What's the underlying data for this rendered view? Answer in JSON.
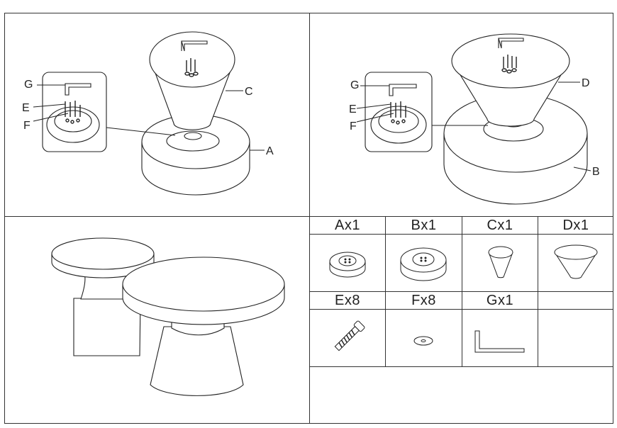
{
  "diagram1": {
    "callouts": {
      "g": "G",
      "e": "E",
      "f": "F",
      "c": "C",
      "a": "A"
    }
  },
  "diagram2": {
    "callouts": {
      "g": "G",
      "e": "E",
      "f": "F",
      "d": "D",
      "b": "B"
    }
  },
  "parts": [
    {
      "label": "Ax1",
      "icon": "small-base-icon"
    },
    {
      "label": "Bx1",
      "icon": "large-base-icon"
    },
    {
      "label": "Cx1",
      "icon": "small-cone-icon"
    },
    {
      "label": "Dx1",
      "icon": "large-cone-icon"
    },
    {
      "label": "Ex8",
      "icon": "bolt-icon"
    },
    {
      "label": "Fx8",
      "icon": "washer-icon"
    },
    {
      "label": "Gx1",
      "icon": "hex-key-icon"
    }
  ]
}
